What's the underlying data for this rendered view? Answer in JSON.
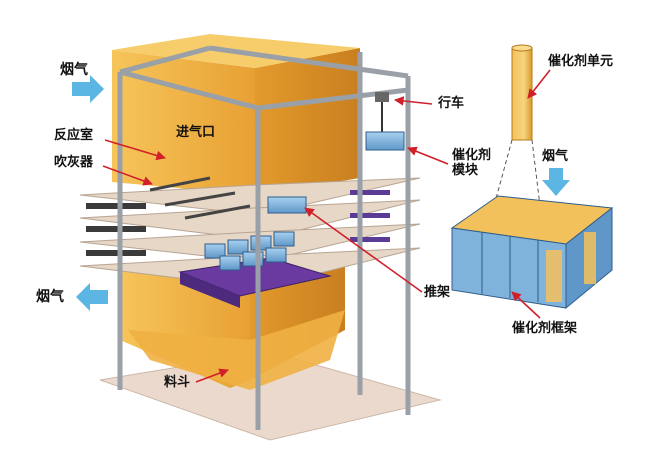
{
  "labels": {
    "flue_gas_in": "烟气",
    "reactor": "反应室",
    "soot_blower": "吹灰器",
    "inlet": "进气口",
    "crane": "行车",
    "module_line1": "催化剂",
    "module_line2": "模块",
    "catalyst_unit": "催化剂单元",
    "flue_gas_unit": "烟气",
    "flue_gas_out": "烟气",
    "push_frame": "推架",
    "hopper": "料斗",
    "catalyst_frame": "催化剂框架"
  },
  "colors": {
    "reactor_body": "#f2b33f",
    "reactor_shade": "#d9922a",
    "steel": "#a9adb3",
    "platform": "#e7d7c6",
    "module_blue": "#7fb3dc",
    "arrow_cyan": "#5bb6e3",
    "pointer_red": "#d1202a",
    "floor": "#ead9cc"
  }
}
